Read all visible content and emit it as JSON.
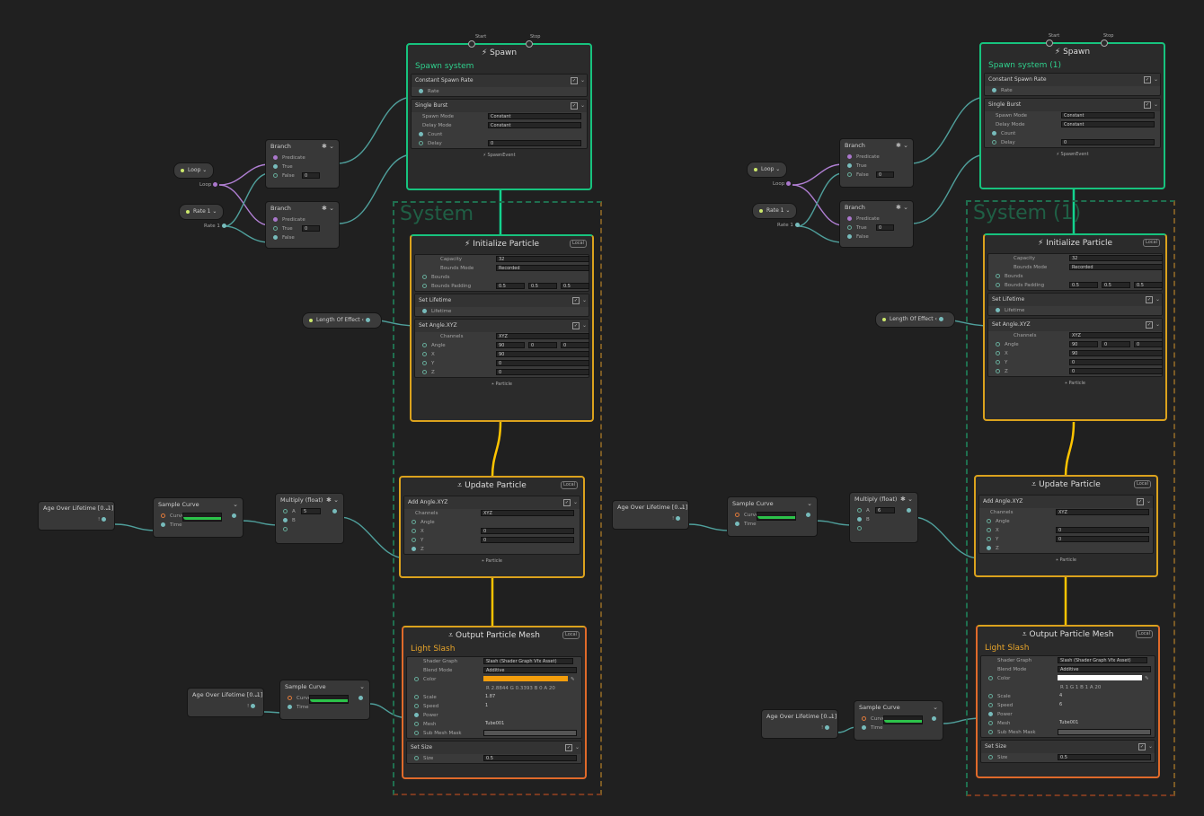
{
  "colors": {
    "background": "#202020",
    "spawn_border": "#17c37e",
    "init_border": "#dba21d",
    "output_border": "#e06a2a",
    "wire_green": "#13d38e",
    "wire_gold": "#ffc400",
    "wire_teal": "#4f9f9b",
    "wire_purple": "#b07fd3",
    "curve_green": "#2cc34a",
    "system_label": "#1f5f45",
    "color_field_a": "#f29d0c",
    "color_field_b": "#ffffff"
  },
  "graphs": [
    {
      "spawn": {
        "title": "Spawn",
        "start_label": "Start",
        "stop_label": "Stop",
        "subtitle": "Spawn system",
        "constant_rate_title": "Constant Spawn Rate",
        "rate_label": "Rate",
        "burst_title": "Single Burst",
        "spawn_mode_label": "Spawn Mode",
        "spawn_mode_value": "Constant",
        "delay_mode_label": "Delay Mode",
        "delay_mode_value": "Constant",
        "count_label": "Count",
        "delay_label": "Delay",
        "delay_value": "0",
        "footer": "SpawnEvent"
      },
      "system_label": "System",
      "init": {
        "title": "Initialize Particle",
        "badge": "Local",
        "capacity_label": "Capacity",
        "capacity_value": "32",
        "bounds_mode_label": "Bounds Mode",
        "bounds_mode_value": "Recorded",
        "bounds_label": "Bounds",
        "bounds_padding_label": "Bounds Padding",
        "padding_x": "0.5",
        "padding_y": "0.5",
        "padding_z": "0.5",
        "lifetime_title": "Set Lifetime",
        "lifetime_label": "Lifetime",
        "angle_title": "Set Angle.XYZ",
        "channels_label": "Channels",
        "channels_value": "XYZ",
        "angle_label": "Angle",
        "angle_x": "90",
        "angle_y": "0",
        "angle_z": "0",
        "x_label": "X",
        "x_value": "90",
        "y_label": "Y",
        "y_value": "0",
        "z_label": "Z",
        "z_value": "0",
        "footer": "Particle"
      },
      "update": {
        "title": "Update Particle",
        "badge": "Local",
        "block_title": "Add Angle.XYZ",
        "channels_label": "Channels",
        "channels_value": "XYZ",
        "angle_label": "Angle",
        "x_label": "X",
        "x_value": "0",
        "y_label": "Y",
        "y_value": "0",
        "z_label": "Z",
        "footer": "Particle"
      },
      "output": {
        "title": "Output Particle Mesh",
        "badge": "Local",
        "subtitle": "Light Slash",
        "shader_label": "Shader Graph",
        "shader_value": "Slash (Shader Graph Vfx Asset)",
        "blend_label": "Blend Mode",
        "blend_value": "Additive",
        "color_label": "Color",
        "color_r": "2.8844",
        "color_g": "0.3393",
        "color_b": "0",
        "color_a": "20",
        "scale_label": "Scale",
        "scale_value": "1.87",
        "speed_label": "Speed",
        "speed_value": "1",
        "power_label": "Power",
        "mesh_label": "Mesh",
        "mesh_value": "Tube001",
        "submesh_label": "Sub Mesh Mask",
        "size_title": "Set Size",
        "size_label": "Size",
        "size_value": "0.5"
      },
      "loop_pill": "Loop",
      "loop_out": "Loop",
      "rate_pill": "Rate 1",
      "rate_out": "Rate 1",
      "branch1": {
        "title": "Branch",
        "predicate": "Predicate",
        "true_label": "True",
        "false_label": "False",
        "false_value": "0"
      },
      "branch2": {
        "title": "Branch",
        "predicate": "Predicate",
        "true_label": "True",
        "true_value": "0",
        "false_label": "False"
      },
      "length_pill": "Length Of Effect",
      "age1": "Age Over Lifetime [0..1]",
      "curve1": {
        "title": "Sample Curve",
        "curve_label": "Curve",
        "time_label": "Time"
      },
      "multiply": {
        "title": "Multiply (float)",
        "a_label": "A",
        "a_value": "5",
        "b_label": "B"
      },
      "age2": "Age Over Lifetime [0..1]",
      "curve2": {
        "title": "Sample Curve",
        "curve_label": "Curve",
        "time_label": "Time"
      }
    },
    {
      "spawn": {
        "title": "Spawn",
        "start_label": "Start",
        "stop_label": "Stop",
        "subtitle": "Spawn system (1)",
        "constant_rate_title": "Constant Spawn Rate",
        "rate_label": "Rate",
        "burst_title": "Single Burst",
        "spawn_mode_label": "Spawn Mode",
        "spawn_mode_value": "Constant",
        "delay_mode_label": "Delay Mode",
        "delay_mode_value": "Constant",
        "count_label": "Count",
        "delay_label": "Delay",
        "delay_value": "0",
        "footer": "SpawnEvent"
      },
      "system_label": "System (1)",
      "init": {
        "title": "Initialize Particle",
        "badge": "Local",
        "capacity_label": "Capacity",
        "capacity_value": "32",
        "bounds_mode_label": "Bounds Mode",
        "bounds_mode_value": "Recorded",
        "bounds_label": "Bounds",
        "bounds_padding_label": "Bounds Padding",
        "padding_x": "0.5",
        "padding_y": "0.5",
        "padding_z": "0.5",
        "lifetime_title": "Set Lifetime",
        "lifetime_label": "Lifetime",
        "angle_title": "Set Angle.XYZ",
        "channels_label": "Channels",
        "channels_value": "XYZ",
        "angle_label": "Angle",
        "angle_x": "90",
        "angle_y": "0",
        "angle_z": "0",
        "x_label": "X",
        "x_value": "90",
        "y_label": "Y",
        "y_value": "0",
        "z_label": "Z",
        "z_value": "0",
        "footer": "Particle"
      },
      "update": {
        "title": "Update Particle",
        "badge": "Local",
        "block_title": "Add Angle.XYZ",
        "channels_label": "Channels",
        "channels_value": "XYZ",
        "angle_label": "Angle",
        "x_label": "X",
        "x_value": "0",
        "y_label": "Y",
        "y_value": "0",
        "z_label": "Z",
        "footer": "Particle"
      },
      "output": {
        "title": "Output Particle Mesh",
        "badge": "Local",
        "subtitle": "Light Slash",
        "shader_label": "Shader Graph",
        "shader_value": "Slash (Shader Graph Vfx Asset)",
        "blend_label": "Blend Mode",
        "blend_value": "Additive",
        "color_label": "Color",
        "color_r": "1",
        "color_g": "1",
        "color_b": "1",
        "color_a": "20",
        "scale_label": "Scale",
        "scale_value": "4",
        "speed_label": "Speed",
        "speed_value": "6",
        "power_label": "Power",
        "mesh_label": "Mesh",
        "mesh_value": "Tube001",
        "submesh_label": "Sub Mesh Mask",
        "size_title": "Set Size",
        "size_label": "Size",
        "size_value": "0.5"
      },
      "loop_pill": "Loop",
      "loop_out": "Loop",
      "rate_pill": "Rate 1",
      "rate_out": "Rate 1",
      "branch1": {
        "title": "Branch",
        "predicate": "Predicate",
        "true_label": "True",
        "false_label": "False",
        "false_value": "0"
      },
      "branch2": {
        "title": "Branch",
        "predicate": "Predicate",
        "true_label": "True",
        "true_value": "0",
        "false_label": "False"
      },
      "length_pill": "Length Of Effect",
      "age1": "Age Over Lifetime [0..1]",
      "curve1": {
        "title": "Sample Curve",
        "curve_label": "Curve",
        "time_label": "Time"
      },
      "multiply": {
        "title": "Multiply (float)",
        "a_label": "A",
        "a_value": "6",
        "b_label": "B"
      },
      "age2": "Age Over Lifetime [0..1]",
      "curve2": {
        "title": "Sample Curve",
        "curve_label": "Curve",
        "time_label": "Time"
      }
    }
  ]
}
